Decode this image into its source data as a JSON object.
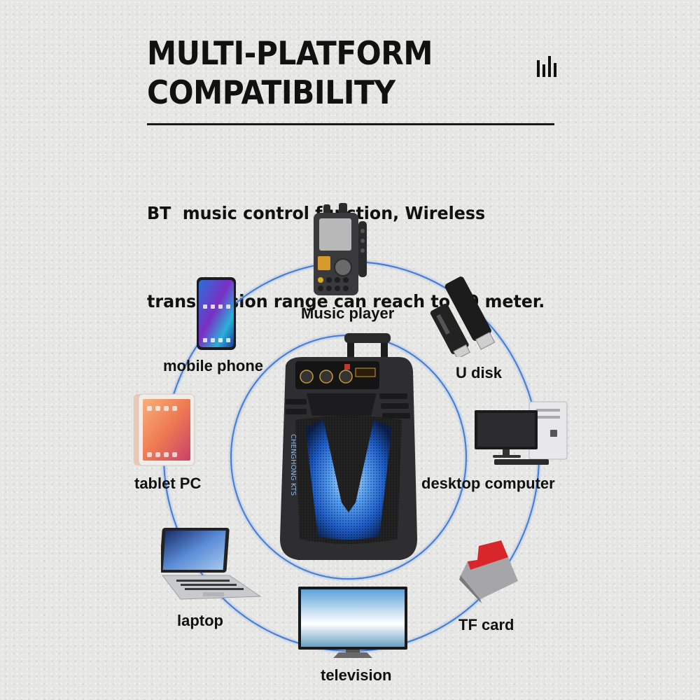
{
  "header": {
    "title_line1": "MULTI-PLATFORM",
    "title_line2": "COMPATIBILITY",
    "icon": "equalizer-icon"
  },
  "description": {
    "line1": "BT  music control function, Wireless",
    "line2": "transmission range can reach to 10 meter."
  },
  "speaker": {
    "brand_text": "CHENGHONG KTS"
  },
  "devices": {
    "music_player": "Music player",
    "u_disk": "U disk",
    "mobile_phone": "mobile phone",
    "tablet_pc": "tablet PC",
    "desktop_computer": "desktop computer",
    "laptop": "laptop",
    "tf_card": "TF card",
    "television": "television"
  },
  "colors": {
    "ring": "#3a78d8",
    "title": "#111111",
    "tf_card_red": "#d9262b"
  }
}
